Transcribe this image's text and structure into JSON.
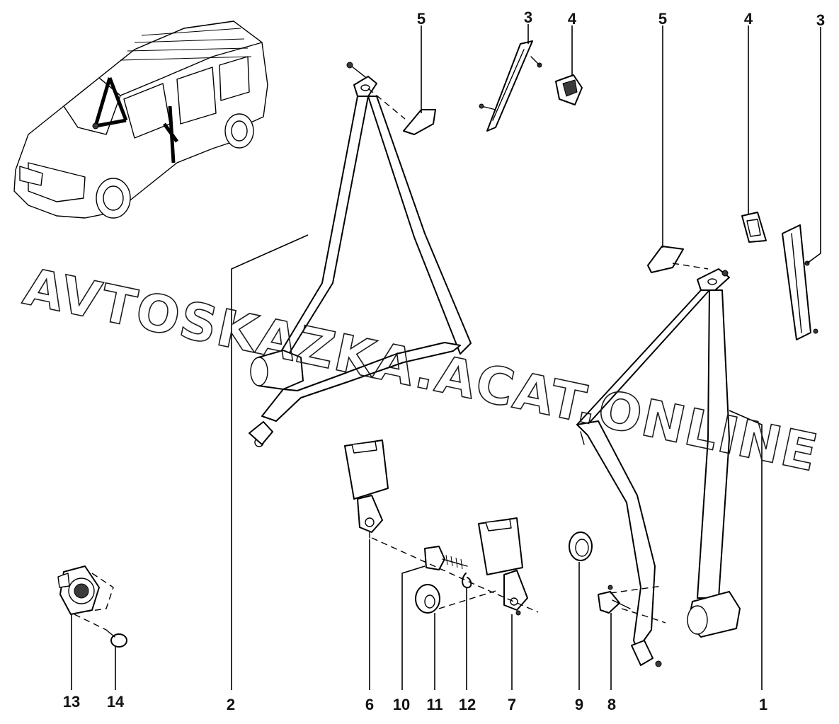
{
  "watermark": "AVTOSKAZKA.ACAT.ONLINE",
  "callouts": {
    "c1": "1",
    "c2": "2",
    "c3a": "3",
    "c3b": "3",
    "c4a": "4",
    "c4b": "4",
    "c5a": "5",
    "c5b": "5",
    "c6": "6",
    "c7": "7",
    "c8": "8",
    "c9": "9",
    "c10": "10",
    "c11": "11",
    "c12": "12",
    "c13": "13",
    "c14": "14"
  }
}
